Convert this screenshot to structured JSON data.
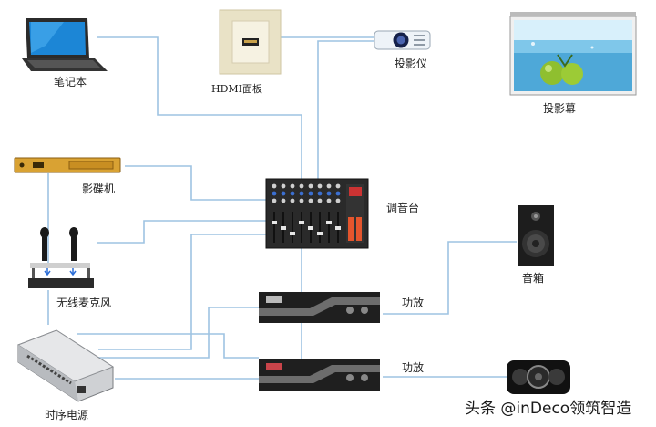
{
  "devices": {
    "laptop": "笔记本",
    "hdmi_panel": "HDMI面板",
    "projector": "投影仪",
    "screen": "投影幕",
    "player": "影碟机",
    "mixer": "调音台",
    "mic": "无线麦克风",
    "speaker": "音箱",
    "amp1": "功放",
    "amp2": "功放",
    "sequencer": "时序电源"
  },
  "watermark": "头条 @inDeco领筑智造",
  "colors": {
    "wire": "#9ec3e2",
    "device_dark": "#222222",
    "laptop_screen": "#1c86d6",
    "player_gold": "#d9a233",
    "screen_water": "#7fc7ea"
  }
}
